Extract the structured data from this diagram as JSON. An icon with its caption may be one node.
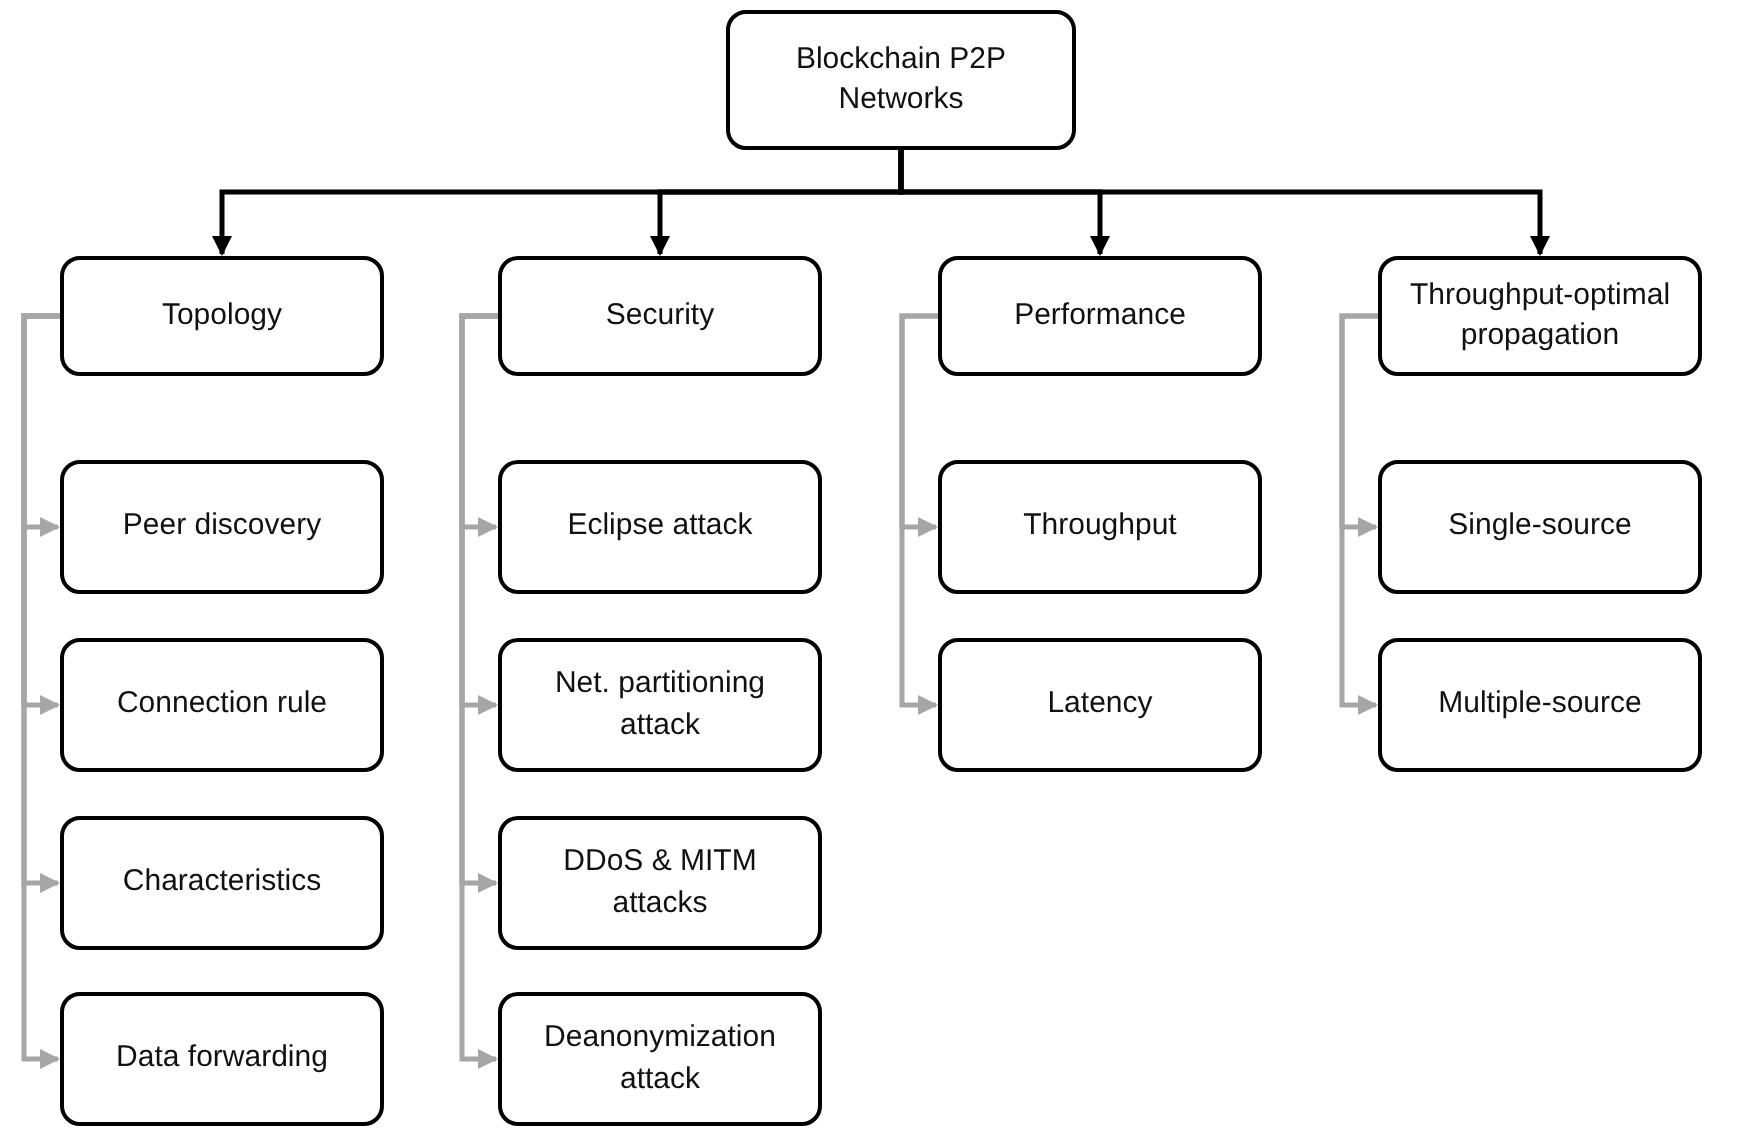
{
  "diagram": {
    "nodes": [
      {
        "text": [
          "Blockchain P2P Networks"
        ]
      },
      {
        "text": [
          "Topology"
        ]
      },
      {
        "text": [
          "Security"
        ]
      },
      {
        "text": [
          "Performance"
        ]
      },
      {
        "text": [
          "Throughput-optimal propagation"
        ]
      },
      {
        "text": [
          "Peer discovery"
        ]
      },
      {
        "text": [
          "Connection rule"
        ]
      },
      {
        "text": [
          "Characteristics"
        ]
      },
      {
        "text": [
          "Data forwarding"
        ]
      },
      {
        "text": [
          "Eclipse attack"
        ]
      },
      {
        "text": [
          "Net. partitioning attack"
        ]
      },
      {
        "text": [
          "DDoS & MITM attacks"
        ]
      },
      {
        "text": [
          "Deanonymization attack"
        ]
      },
      {
        "text": [
          "Throughput"
        ]
      },
      {
        "text": [
          "Latency"
        ]
      },
      {
        "text": [
          "Single-source"
        ]
      },
      {
        "text": [
          "Multiple-source"
        ]
      }
    ],
    "edges": [
      {
        "from": 0,
        "to": 1,
        "arrow": "to",
        "color": "#000000"
      },
      {
        "from": 0,
        "to": 2,
        "arrow": "to",
        "color": "#000000"
      },
      {
        "from": 0,
        "to": 3,
        "arrow": "to",
        "color": "#000000"
      },
      {
        "from": 0,
        "to": 4,
        "arrow": "to",
        "color": "#000000"
      },
      {
        "from": 1,
        "to": 5,
        "arrow": "to"
      },
      {
        "from": 1,
        "to": 6,
        "arrow": "to"
      },
      {
        "from": 1,
        "to": 7,
        "arrow": "to"
      },
      {
        "from": 1,
        "to": 8,
        "arrow": "to"
      },
      {
        "from": 2,
        "to": 9,
        "arrow": "to"
      },
      {
        "from": 2,
        "to": 10,
        "arrow": "to"
      },
      {
        "from": 2,
        "to": 11,
        "arrow": "to"
      },
      {
        "from": 2,
        "to": 12,
        "arrow": "to"
      },
      {
        "from": 3,
        "to": 13,
        "arrow": "to"
      },
      {
        "from": 3,
        "to": 14,
        "arrow": "to"
      },
      {
        "from": 4,
        "to": 15,
        "arrow": "to"
      },
      {
        "from": 4,
        "to": 16,
        "arrow": "to"
      }
    ]
  }
}
